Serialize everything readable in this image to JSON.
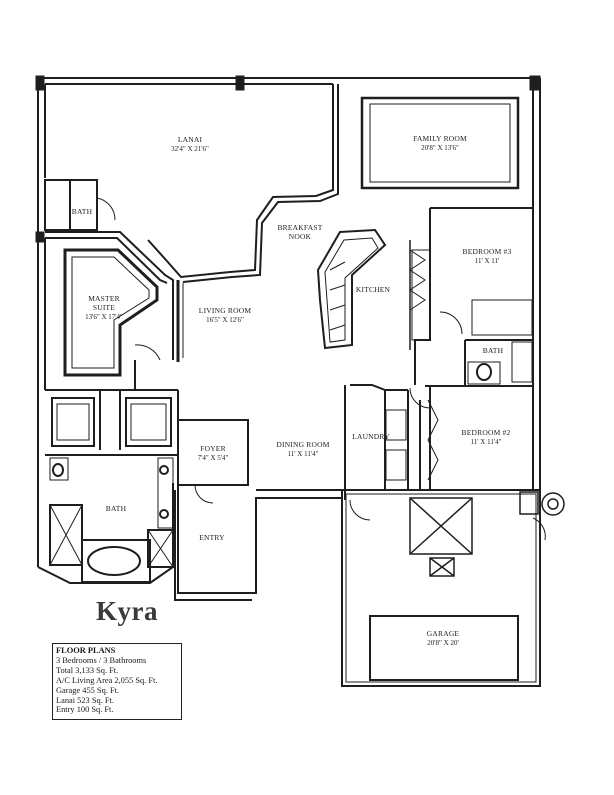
{
  "rooms": {
    "lanai": {
      "name": "LANAI",
      "dim": "32'4\" X 21'6\""
    },
    "family_room": {
      "name": "FAMILY ROOM",
      "dim": "20'8\" X 13'6\""
    },
    "breakfast_nook": {
      "name1": "BREAKFAST",
      "name2": "NOOK"
    },
    "bath_top_left": {
      "name": "BATH"
    },
    "master_suite": {
      "name1": "MASTER",
      "name2": "SUITE",
      "dim": "13'6\" X 17'4\""
    },
    "living_room": {
      "name": "LIVING ROOM",
      "dim": "16'5\" X 12'6\""
    },
    "kitchen": {
      "name": "KITCHEN"
    },
    "bedroom3": {
      "name": "BEDROOM #3",
      "dim": "11' X 11'"
    },
    "bath_right": {
      "name": "BATH"
    },
    "foyer": {
      "name": "FOYER",
      "dim": "7'4\" X 5'4\""
    },
    "dining_room": {
      "name": "DINING ROOM",
      "dim": "11' X 11'4\""
    },
    "laundry": {
      "name": "LAUNDRY"
    },
    "bedroom2": {
      "name": "BEDROOM #2",
      "dim": "11' X 11'4\""
    },
    "bath_master": {
      "name": "BATH"
    },
    "entry": {
      "name": "ENTRY"
    },
    "garage": {
      "name": "GARAGE",
      "dim": "20'8\" X 20'"
    }
  },
  "plan_title": "Kyra",
  "info": {
    "title": "FLOOR PLANS",
    "lines": [
      "3 Bedrooms / 3 Bathrooms",
      "Total 3,133 Sq. Ft.",
      "A/C Living Area 2,055 Sq. Ft.",
      "Garage 455 Sq. Ft.",
      "Lanai 523 Sq. Ft.",
      "Entry 100 Sq. Ft."
    ]
  }
}
